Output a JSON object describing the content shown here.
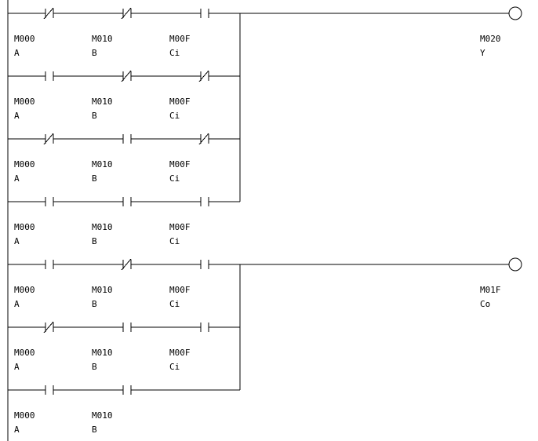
{
  "colors": {
    "line": "#000000",
    "background": "#ffffff"
  },
  "rungs": [
    {
      "branches": [
        {
          "contacts": [
            {
              "type": "nc",
              "address": "M000",
              "alias": "A"
            },
            {
              "type": "nc",
              "address": "M010",
              "alias": "B"
            },
            {
              "type": "no",
              "address": "M00F",
              "alias": "Ci"
            }
          ]
        },
        {
          "contacts": [
            {
              "type": "no",
              "address": "M000",
              "alias": "A"
            },
            {
              "type": "nc",
              "address": "M010",
              "alias": "B"
            },
            {
              "type": "nc",
              "address": "M00F",
              "alias": "Ci"
            }
          ]
        },
        {
          "contacts": [
            {
              "type": "nc",
              "address": "M000",
              "alias": "A"
            },
            {
              "type": "no",
              "address": "M010",
              "alias": "B"
            },
            {
              "type": "nc",
              "address": "M00F",
              "alias": "Ci"
            }
          ]
        },
        {
          "contacts": [
            {
              "type": "no",
              "address": "M000",
              "alias": "A"
            },
            {
              "type": "no",
              "address": "M010",
              "alias": "B"
            },
            {
              "type": "no",
              "address": "M00F",
              "alias": "Ci"
            }
          ]
        }
      ],
      "coil": {
        "address": "M020",
        "alias": "Y"
      }
    },
    {
      "branches": [
        {
          "contacts": [
            {
              "type": "no",
              "address": "M000",
              "alias": "A"
            },
            {
              "type": "nc",
              "address": "M010",
              "alias": "B"
            },
            {
              "type": "no",
              "address": "M00F",
              "alias": "Ci"
            }
          ]
        },
        {
          "contacts": [
            {
              "type": "nc",
              "address": "M000",
              "alias": "A"
            },
            {
              "type": "no",
              "address": "M010",
              "alias": "B"
            },
            {
              "type": "no",
              "address": "M00F",
              "alias": "Ci"
            }
          ]
        },
        {
          "contacts": [
            {
              "type": "no",
              "address": "M000",
              "alias": "A"
            },
            {
              "type": "no",
              "address": "M010",
              "alias": "B"
            }
          ]
        }
      ],
      "coil": {
        "address": "M01F",
        "alias": "Co"
      }
    }
  ]
}
